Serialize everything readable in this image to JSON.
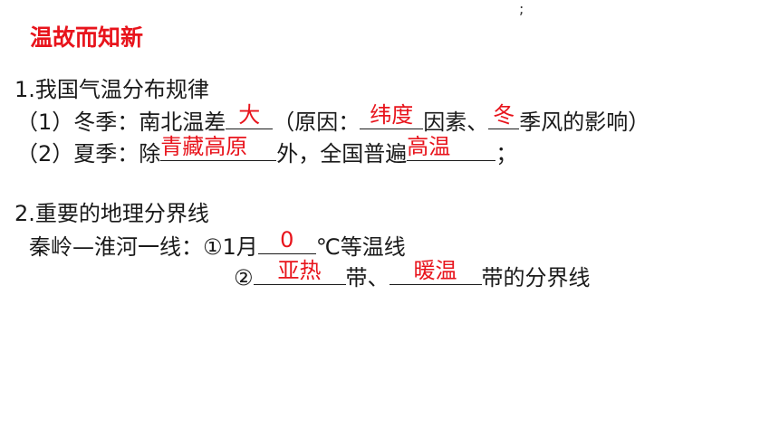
{
  "colors": {
    "accent": "#e8141c",
    "text": "#1a1a1a"
  },
  "stray_mark": ";",
  "title": "温故而知新",
  "section1": {
    "heading": "1.我国气温分布规律",
    "winter": {
      "prefix": "（1）冬季：南北温差",
      "answer_diff": "大",
      "reason_prefix": "（原因：",
      "answer_factor": "纬度",
      "factor_suffix": "因素、",
      "answer_season": "冬",
      "suffix": "季风的影响）"
    },
    "summer": {
      "prefix": "（2）夏季：除",
      "answer_region": "青藏高原",
      "middle": "外，全国普遍",
      "answer_temp": "高温",
      "suffix": "；"
    }
  },
  "section2": {
    "heading": "2.重要的地理分界线",
    "line1": {
      "prefix": "秦岭—淮河一线：①1月",
      "answer": "0",
      "suffix": "℃等温线"
    },
    "line2": {
      "prefix": "②",
      "answer_a": "亚热",
      "middle": "带、",
      "answer_b": "暖温",
      "suffix": "带的分界线"
    }
  }
}
